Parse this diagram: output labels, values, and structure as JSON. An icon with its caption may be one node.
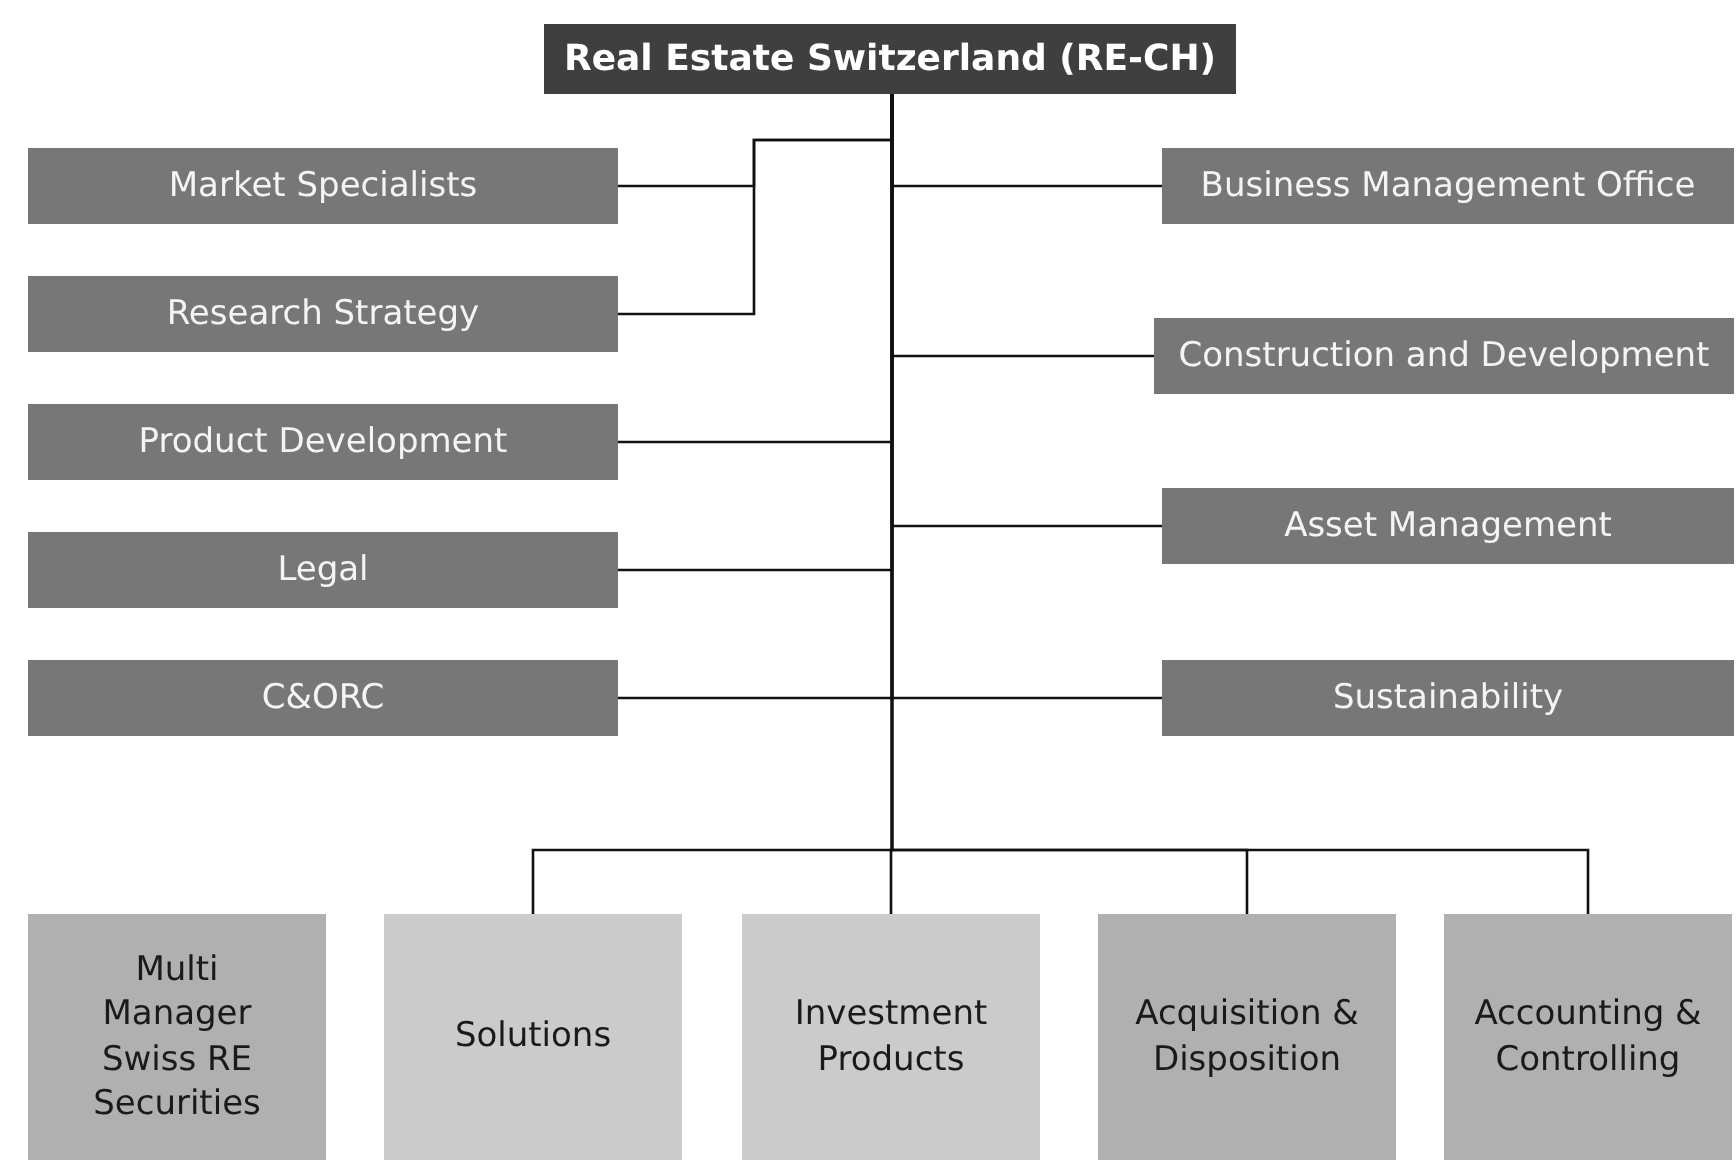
{
  "diagram": {
    "nodes": [
      {
        "text": [
          "Real Estate Switzerland (RE-CH)"
        ]
      },
      {
        "text": [
          "Market Specialists"
        ]
      },
      {
        "text": [
          "Business Management Office"
        ]
      },
      {
        "text": [
          "Research Strategy"
        ]
      },
      {
        "text": [
          "Construction and Development"
        ]
      },
      {
        "text": [
          "Product Development"
        ]
      },
      {
        "text": [
          "Asset Management"
        ]
      },
      {
        "text": [
          "Legal"
        ]
      },
      {
        "text": [
          "C&ORC"
        ]
      },
      {
        "text": [
          "Sustainability"
        ]
      },
      {
        "text": [
          "Multi Manager Swiss RE Securities"
        ]
      },
      {
        "text": [
          "Solutions"
        ]
      },
      {
        "text": [
          "Investment Products"
        ]
      },
      {
        "text": [
          "Acquisition & Disposition"
        ]
      },
      {
        "text": [
          "Accounting & Controlling"
        ]
      }
    ],
    "edges": [
      {
        "from": 0,
        "to": 1,
        "arrow": "none"
      },
      {
        "from": 0,
        "to": 3,
        "arrow": "none"
      },
      {
        "from": 0,
        "to": 5,
        "arrow": "none"
      },
      {
        "from": 0,
        "to": 7,
        "arrow": "none"
      },
      {
        "from": 0,
        "to": 8,
        "arrow": "none"
      },
      {
        "from": 0,
        "to": 2,
        "arrow": "none"
      },
      {
        "from": 0,
        "to": 4,
        "arrow": "none"
      },
      {
        "from": 0,
        "to": 6,
        "arrow": "none"
      },
      {
        "from": 0,
        "to": 9,
        "arrow": "none"
      },
      {
        "from": 0,
        "to": 11,
        "arrow": "none"
      },
      {
        "from": 0,
        "to": 12,
        "arrow": "none"
      },
      {
        "from": 0,
        "to": 13,
        "arrow": "none"
      },
      {
        "from": 0,
        "to": 14,
        "arrow": "none"
      }
    ]
  }
}
